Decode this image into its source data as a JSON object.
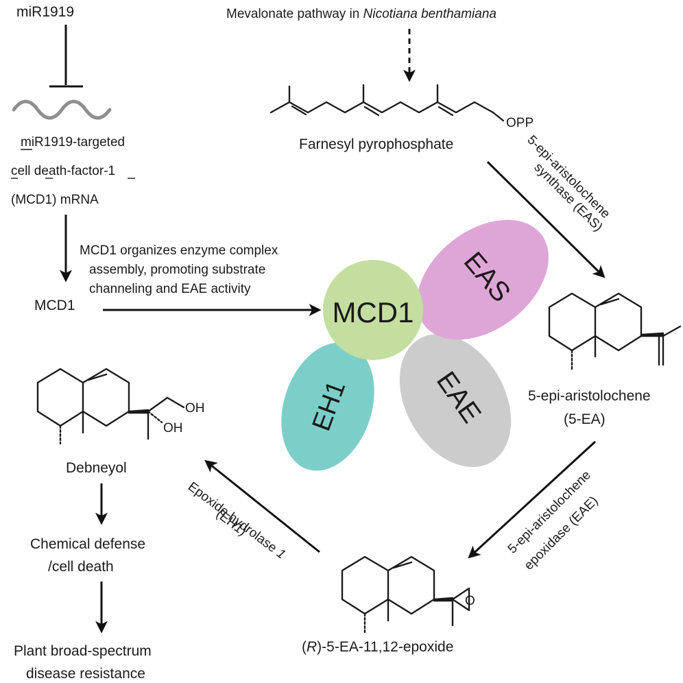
{
  "colors": {
    "mcd1": "#c4dea0",
    "eas": "#dea6d7",
    "eh1": "#7ccfc8",
    "eae": "#cccccc",
    "mrna_wave": "#8e8e8e",
    "ink": "#1a1a1a"
  },
  "mir": {
    "name": "miR1919",
    "target_line1_u": "m",
    "target_line1_rest": "iR1919-targeted",
    "target_line2_u1": "c",
    "target_line2_mid1": "ell ",
    "target_line2_u2": "d",
    "target_line2_mid2": "eath-factor-",
    "target_line2_u3": "1",
    "target_line3": "(MCD1) mRNA"
  },
  "mcd1_node": "MCD1",
  "mcd1_note": [
    "MCD1 organizes enzyme complex",
    "assembly, promoting substrate",
    "channeling and EAE activity"
  ],
  "pathway": {
    "source_plain": "Mevalonate pathway in ",
    "source_italic": "Nicotiana benthamiana"
  },
  "fpp": {
    "name": "Farnesyl pyrophosphate",
    "group": "OPP"
  },
  "enzymes": {
    "eas_line1": "5-epi-aristolochene",
    "eas_line2": "synthase (EAS)",
    "eae_line1": "5-epi-aristolochene",
    "eae_line2": "epoxidase (EAE)",
    "eh1_line1_plain": "Epoxide hydrolase ",
    "eh1_line1_italic": "1",
    "eh1_line2": "(EH1)"
  },
  "complex": {
    "mcd1": "MCD1",
    "eas": "EAS",
    "eh1": "EH1",
    "eae": "EAE"
  },
  "products": {
    "ea_line1": "5-epi-aristolochene",
    "ea_line2": "(5-EA)",
    "epoxide_paren_open": "(",
    "epoxide_r": "R",
    "epoxide_rest": ")-5-EA-11,12-epoxide",
    "debneyol": "Debneyol",
    "oh1": "OH",
    "oh2": "OH"
  },
  "outcomes": {
    "defense_line1": "Chemical defense",
    "defense_line2": "/cell death",
    "resistance_line1": "Plant broad-spectrum",
    "resistance_line2": "disease resistance"
  }
}
